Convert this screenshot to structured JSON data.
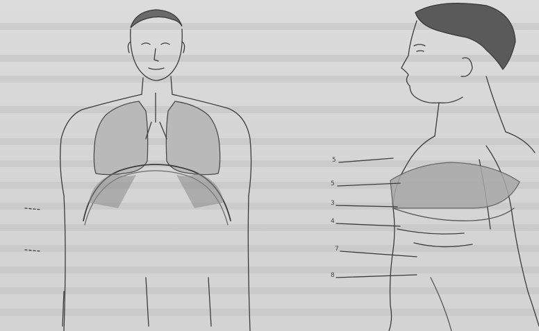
{
  "page": {
    "background": "#d9d9d9",
    "ink": "#3a3a3a"
  },
  "figure": {
    "side_view_labels": [
      "5",
      "5",
      "3",
      "4",
      "7",
      "8"
    ]
  }
}
